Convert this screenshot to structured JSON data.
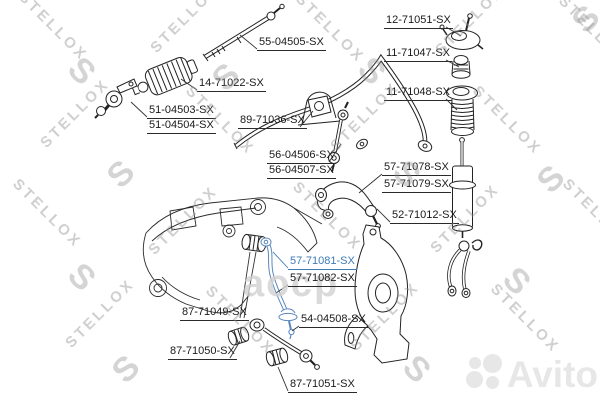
{
  "parts": {
    "p55": {
      "label": "55-04505-SX"
    },
    "p12": {
      "label": "12-71051-SX"
    },
    "p11a": {
      "label": "11-71047-SX"
    },
    "p11b": {
      "label": "11-71048-SX"
    },
    "p14": {
      "label": "14-71022-SX"
    },
    "p51a": {
      "label": "51-04503-SX"
    },
    "p51b": {
      "label": "51-04504-SX"
    },
    "p89": {
      "label": "89-71036-SX"
    },
    "p56a": {
      "label": "56-04506-SX"
    },
    "p56b": {
      "label": "56-04507-SX"
    },
    "p57a": {
      "label": "57-71078-SX"
    },
    "p57b": {
      "label": "57-71079-SX"
    },
    "p52": {
      "label": "52-71012-SX"
    },
    "p81": {
      "label": "57-71081-SX",
      "highlight_color": "#3f7ab8"
    },
    "p82": {
      "label": "57-71082-SX"
    },
    "p54": {
      "label": "54-04508-SX"
    },
    "p49": {
      "label": "87-71049-SX"
    },
    "p50": {
      "label": "87-71050-SX"
    },
    "p51c": {
      "label": "87-71051-SX"
    }
  },
  "watermark": {
    "brand": "STELLOX",
    "logo_letter": "S"
  },
  "overlay_watermark": {
    "text": "аоср"
  },
  "marketplace": {
    "brand": "Avito"
  }
}
